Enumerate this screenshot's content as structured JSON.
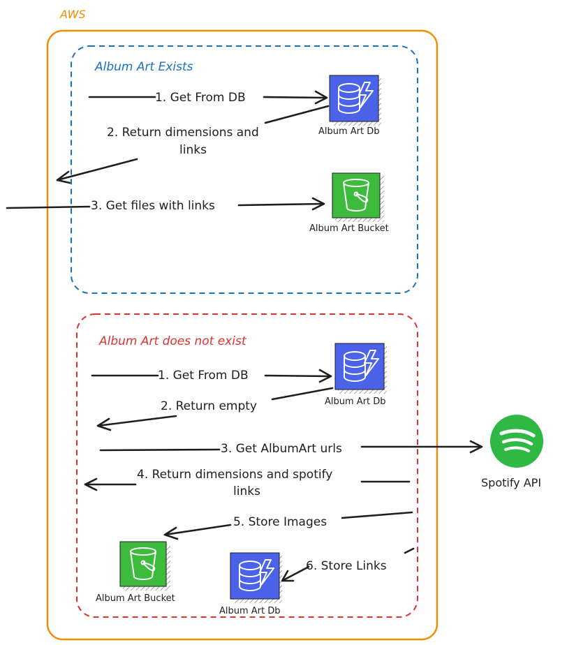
{
  "aws": {
    "label": "AWS",
    "color": "#f08c00"
  },
  "exists_group": {
    "label": "Album Art Exists",
    "color": "#1971c2",
    "steps": {
      "s1": "1. Get From DB",
      "s2_line1": "2. Return dimensions and",
      "s2_line2": "links",
      "s3": "3. Get files with links"
    },
    "db_label": "Album Art Db",
    "bucket_label": "Album Art Bucket"
  },
  "missing_group": {
    "label": "Album Art does not exist",
    "color": "#e03131",
    "steps": {
      "s1": "1. Get From DB",
      "s2": "2. Return empty",
      "s3": "3. Get AlbumArt urls",
      "s4_line1": "4. Return dimensions and spotify",
      "s4_line2": "links",
      "s5": "5. Store Images",
      "s6": "6. Store Links"
    },
    "db_label": "Album Art Db",
    "bucket_label": "Album Art Bucket",
    "db2_label": "Album Art Db"
  },
  "spotify": {
    "label": "Spotify API",
    "color": "#2fb844"
  },
  "icons": {
    "db": "database-icon",
    "bucket": "s3-bucket-icon",
    "spotify": "spotify-logo-icon"
  },
  "colors": {
    "db_fill": "#4b63e8",
    "bucket_fill": "#3dbb3d",
    "stroke": "#1e1e1e"
  }
}
